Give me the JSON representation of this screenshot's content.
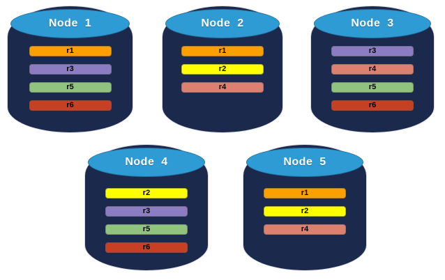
{
  "colors": {
    "background": "#ffffff",
    "cylinder_body": "#1B2A4C",
    "cylinder_top": "#2F9BD4",
    "title_text": "#ffffff",
    "bar_text": "#000000",
    "replica_palette": {
      "r1": "#FC9F00",
      "r2": "#FFFF00",
      "r3": "#8C7CC2",
      "r4": "#DC8170",
      "r5": "#90C47E",
      "r6": "#C74024"
    }
  },
  "nodes": [
    {
      "label": "Node  1",
      "replicas": [
        {
          "id": "r1",
          "color": "#FC9F00"
        },
        {
          "id": "r3",
          "color": "#8C7CC2"
        },
        {
          "id": "r5",
          "color": "#90C47E"
        },
        {
          "id": "r6",
          "color": "#C74024"
        }
      ]
    },
    {
      "label": "Node  2",
      "replicas": [
        {
          "id": "r1",
          "color": "#FC9F00"
        },
        {
          "id": "r2",
          "color": "#FFFF00"
        },
        {
          "id": "r4",
          "color": "#DC8170"
        }
      ]
    },
    {
      "label": "Node  3",
      "replicas": [
        {
          "id": "r3",
          "color": "#8C7CC2"
        },
        {
          "id": "r4",
          "color": "#DC8170"
        },
        {
          "id": "r5",
          "color": "#90C47E"
        },
        {
          "id": "r6",
          "color": "#C74024"
        }
      ]
    },
    {
      "label": "Node  4",
      "replicas": [
        {
          "id": "r2",
          "color": "#FFFF00"
        },
        {
          "id": "r3",
          "color": "#8C7CC2"
        },
        {
          "id": "r5",
          "color": "#90C47E"
        },
        {
          "id": "r6",
          "color": "#C74024"
        }
      ]
    },
    {
      "label": "Node  5",
      "replicas": [
        {
          "id": "r1",
          "color": "#FC9F00"
        },
        {
          "id": "r2",
          "color": "#FFFF00"
        },
        {
          "id": "r4",
          "color": "#DC8170"
        }
      ]
    }
  ]
}
